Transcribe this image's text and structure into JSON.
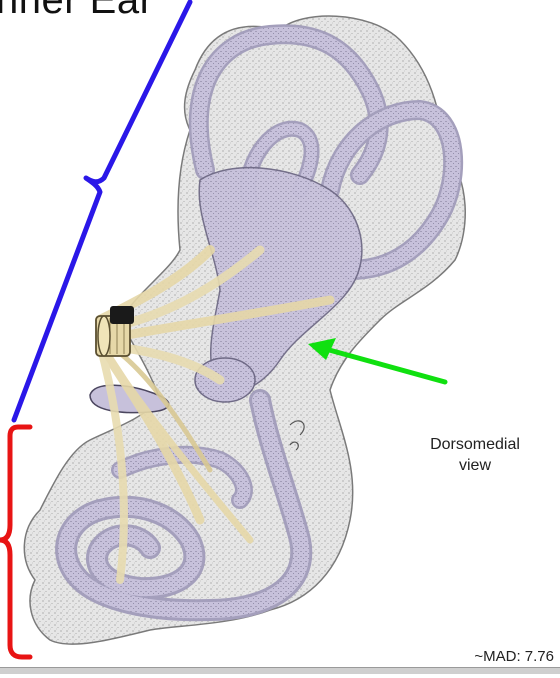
{
  "title_fragment": "nner Ear",
  "view_label": {
    "line1": "Dorsomedial",
    "line2": "view"
  },
  "footer_metric": "~MAD: 7.76",
  "colors": {
    "vestibular_bracket": "#2a17e8",
    "cochlear_bracket": "#e81414",
    "pointer_arrow": "#10e010",
    "membranous_labyrinth": "#c9c3dd",
    "bony_labyrinth": "#e4e4e4",
    "nerve": "#e8dcb0"
  }
}
